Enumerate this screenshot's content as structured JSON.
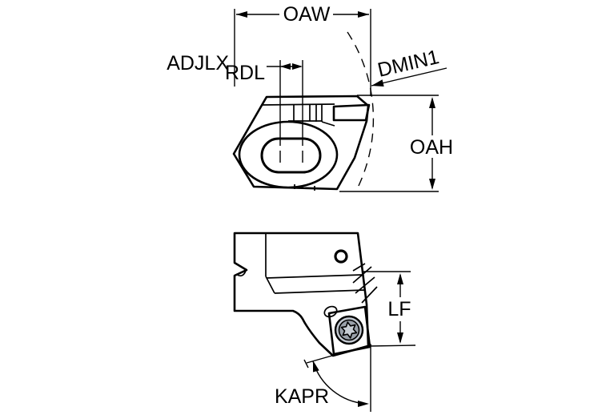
{
  "drawing": {
    "background": "#ffffff",
    "colors": {
      "body": "#c8ced5",
      "insert_yellow": "#fcc800",
      "screw_outer": "#c2c8d0",
      "screw_ring": "#9aa1aa",
      "screw_star": "#c8ced5",
      "line": "#000000"
    },
    "top_view": {
      "labels": {
        "oaw": "OAW",
        "adjlx": "ADJLX",
        "rdl": "RDL",
        "dmin1": "DMIN1",
        "oah": "OAH"
      }
    },
    "side_view": {
      "labels": {
        "lf": "LF",
        "kapr": "KAPR"
      }
    }
  }
}
